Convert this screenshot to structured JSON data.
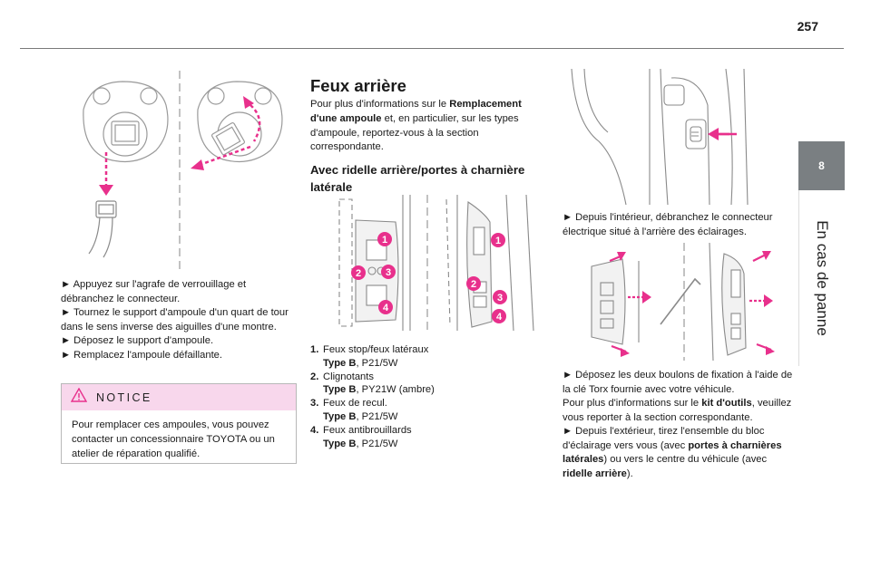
{
  "page": {
    "number": "257"
  },
  "chapter": {
    "number": "8",
    "title": "En cas de panne"
  },
  "left": {
    "steps": [
      "► Appuyez sur l'agrafe de verrouillage et débranchez le connecteur.",
      "► Tournez le support d'ampoule d'un quart de tour dans le sens inverse des aiguilles d'une montre.",
      "► Déposez le support d'ampoule.",
      "► Remplacez l'ampoule défaillante."
    ],
    "notice": {
      "title": "NOTICE",
      "body": "Pour remplacer ces ampoules, vous pouvez contacter un concessionnaire TOYOTA ou un atelier de réparation qualifié."
    }
  },
  "middle": {
    "heading": "Feux arrière",
    "intro": {
      "part1": "Pour plus d'informations sur le ",
      "bold": "Remplacement d'une ampoule",
      "part2": " et, en particulier, sur les types d'ampoule, reportez-vous à la section correspondante."
    },
    "subheading": "Avec ridelle arrière/portes à charnière latérale",
    "callouts": [
      "1",
      "2",
      "3",
      "4"
    ],
    "bulbs": [
      {
        "num": "1.",
        "name": "Feux stop/feux latéraux",
        "type_label": "Type B",
        "type_value": ", P21/5W"
      },
      {
        "num": "2.",
        "name": "Clignotants",
        "type_label": "Type B",
        "type_value": ", PY21W (ambre)"
      },
      {
        "num": "3.",
        "name": "Feux de recul.",
        "type_label": "Type B",
        "type_value": ", P21/5W"
      },
      {
        "num": "4.",
        "name": "Feux antibrouillards",
        "type_label": "Type B",
        "type_value": ", P21/5W"
      }
    ]
  },
  "right": {
    "step1": "► Depuis l'intérieur, débranchez le connecteur électrique situé à l'arrière des éclairages.",
    "step2": "► Déposez les deux boulons de fixation à l'aide de la clé Torx fournie avec votre véhicule.",
    "ref": {
      "part1": "Pour plus d'informations sur le ",
      "bold": "kit d'outils",
      "part2": ", veuillez vous reporter à la section correspondante."
    },
    "step3": {
      "part1": "► Depuis l'extérieur, tirez l'ensemble du bloc d'éclairage vers vous (avec ",
      "bold1": "portes à charnières latérales",
      "part2": ") ou vers le centre du véhicule (avec ",
      "bold2": "ridelle arrière",
      "part3": ")."
    }
  },
  "colors": {
    "accent": "#e8308c",
    "tab": "#7a7f82",
    "notice_bg": "#f8d7ec"
  }
}
